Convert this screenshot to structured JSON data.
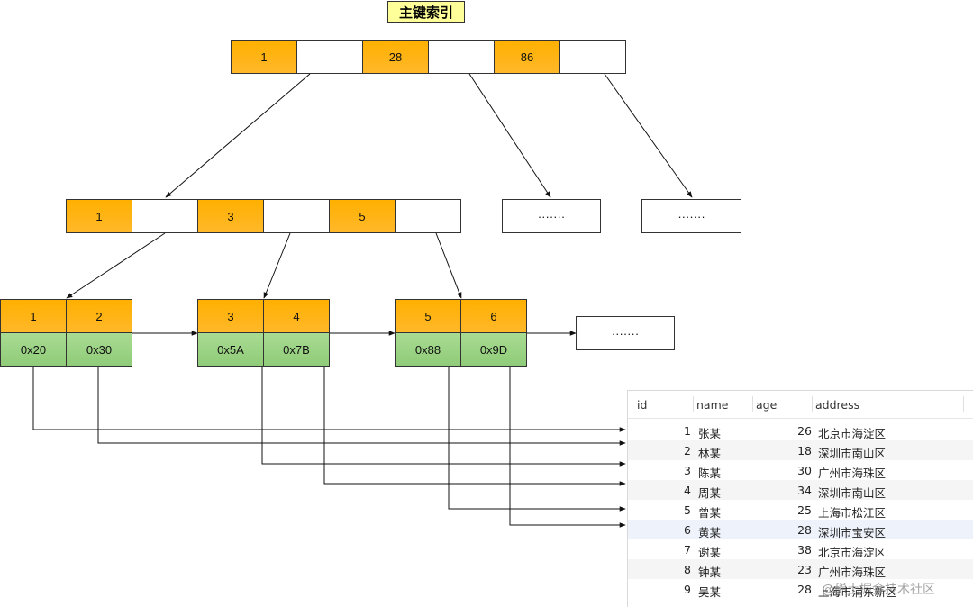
{
  "title": "主键索引",
  "root": {
    "keys": [
      "1",
      "28",
      "86"
    ]
  },
  "middle": {
    "keys": [
      "1",
      "3",
      "5"
    ],
    "ellipsis": [
      "·······",
      "·······"
    ]
  },
  "leaves": [
    {
      "keys": [
        "1",
        "2"
      ],
      "addrs": [
        "0x20",
        "0x30"
      ]
    },
    {
      "keys": [
        "3",
        "4"
      ],
      "addrs": [
        "0x5A",
        "0x7B"
      ]
    },
    {
      "keys": [
        "5",
        "6"
      ],
      "addrs": [
        "0x88",
        "0x9D"
      ]
    }
  ],
  "leaf_more": "·······",
  "table": {
    "columns": [
      "id",
      "name",
      "age",
      "address"
    ],
    "rows": [
      {
        "id": "1",
        "name": "张某",
        "age": "26",
        "address": "北京市海淀区"
      },
      {
        "id": "2",
        "name": "林某",
        "age": "18",
        "address": "深圳市南山区"
      },
      {
        "id": "3",
        "name": "陈某",
        "age": "30",
        "address": "广州市海珠区"
      },
      {
        "id": "4",
        "name": "周某",
        "age": "34",
        "address": "深圳市南山区"
      },
      {
        "id": "5",
        "name": "曾某",
        "age": "25",
        "address": "上海市松江区"
      },
      {
        "id": "6",
        "name": "黄某",
        "age": "28",
        "address": "深圳市宝安区"
      },
      {
        "id": "7",
        "name": "谢某",
        "age": "38",
        "address": "北京市海淀区"
      },
      {
        "id": "8",
        "name": "钟某",
        "age": "23",
        "address": "广州市海珠区"
      },
      {
        "id": "9",
        "name": "吴某",
        "age": "28",
        "address": "上海市浦东新区"
      }
    ]
  },
  "watermark": "@稀土掘金技术社区",
  "colors": {
    "key": "#ffb000",
    "addr": "#9fd68a",
    "title_bg": "#ffff99"
  }
}
